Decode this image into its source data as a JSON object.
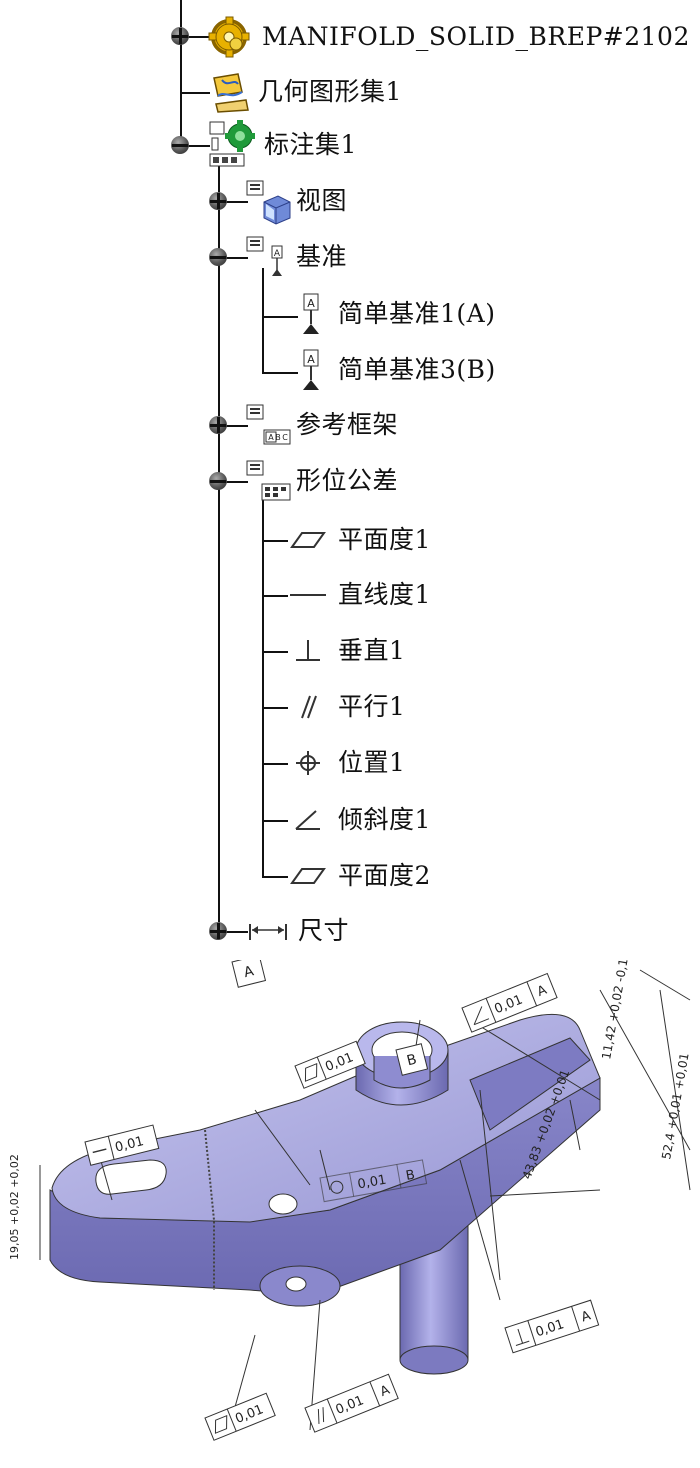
{
  "tree": {
    "root": {
      "label": "MANIFOLD_SOLID_BREP#2102",
      "icon": "gear-icon"
    },
    "geometry": {
      "label": "几何图形集1",
      "icon": "geometry-set-icon"
    },
    "annotation": {
      "label": "标注集1",
      "icon": "annotation-set-icon"
    },
    "view": {
      "label": "视图",
      "icon": "view-icon"
    },
    "datum": {
      "label": "基准",
      "icon": "datum-icon",
      "children": [
        {
          "label": "简单基准1(A)",
          "icon": "datum-feature-icon"
        },
        {
          "label": "简单基准3(B)",
          "icon": "datum-feature-icon"
        }
      ]
    },
    "reference_frame": {
      "label": "参考框架",
      "icon": "reference-frame-icon"
    },
    "tolerances": {
      "label": "形位公差",
      "icon": "geometric-tolerance-icon",
      "children": [
        {
          "label": "平面度1",
          "icon": "flatness-icon"
        },
        {
          "label": "直线度1",
          "icon": "straightness-icon"
        },
        {
          "label": "垂直1",
          "icon": "perpendicularity-icon"
        },
        {
          "label": "平行1",
          "icon": "parallelism-icon"
        },
        {
          "label": "位置1",
          "icon": "position-icon"
        },
        {
          "label": "倾斜度1",
          "icon": "angularity-icon"
        },
        {
          "label": "平面度2",
          "icon": "flatness-icon"
        }
      ]
    },
    "dimension": {
      "label": "尺寸",
      "icon": "dimension-icon"
    }
  },
  "drawing": {
    "straightness_frame": "0,01",
    "datum_a": "A",
    "flatness_top_frame": "0,01",
    "datum_b": "B",
    "angularity_frame": [
      "0,01",
      "A"
    ],
    "position_frame": [
      "0,01",
      "B"
    ],
    "dim_angle": "11,42 +0,02 -0,1",
    "dim_height_left": "19,05 +0,02 +0,02",
    "dim_43": "43,83 +0,02 +0,01",
    "dim_52": "52,4 +0,01 +0,01",
    "flatness_bottom_frame": "0,01",
    "parallel_frame": [
      "0,01",
      "A"
    ],
    "perpendicular_frame": [
      "0,01",
      "A"
    ]
  },
  "colors": {
    "part": "#9d9cd6",
    "part_dark": "#6e6db3",
    "part_light": "#c9c8f0",
    "frame": "#333333"
  }
}
